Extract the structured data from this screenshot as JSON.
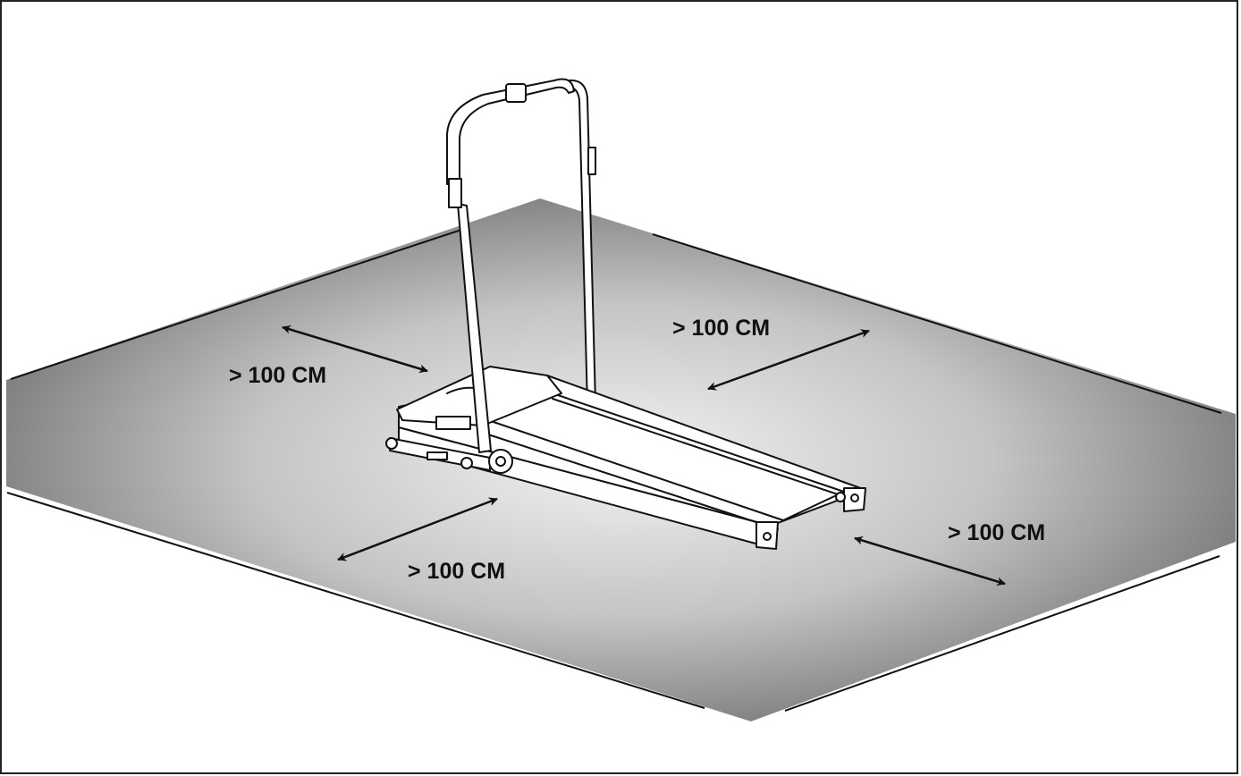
{
  "clearance_labels": {
    "left": "> 100 CM",
    "back": "> 100 CM",
    "front": "> 100 CM",
    "right": "> 100 CM"
  },
  "colors": {
    "floor_center": "#f2f2f2",
    "floor_edge": "#7a7a7a",
    "line": "#111111",
    "machine_fill": "#ffffff",
    "label": "#111111"
  }
}
